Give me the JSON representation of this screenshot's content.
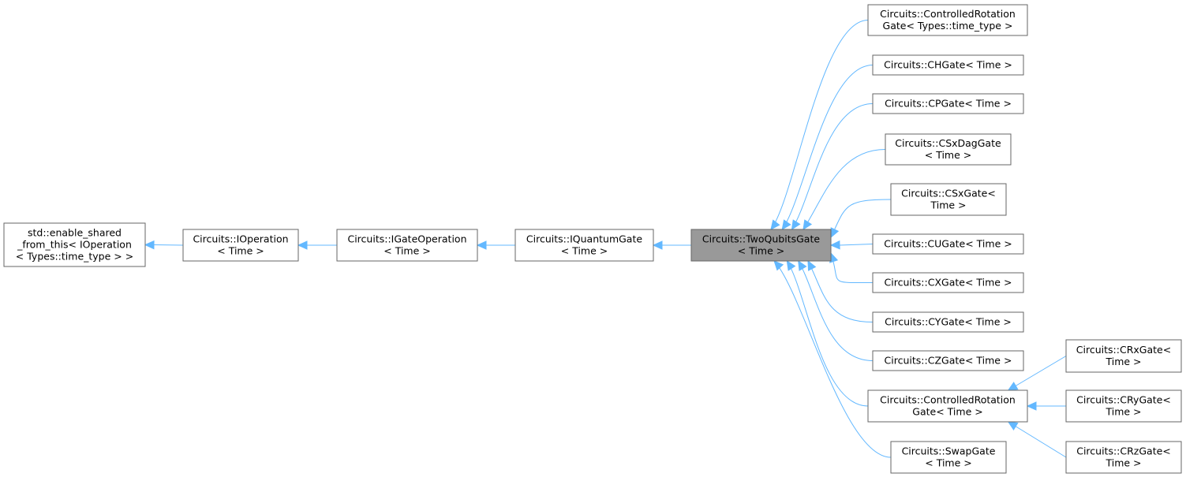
{
  "diagram": {
    "colors": {
      "edge": "#63b8ff",
      "node_border": "#666666",
      "focus_fill": "#999999",
      "node_fill": "#ffffff"
    },
    "nodes": [
      {
        "id": "enable_shared",
        "lines": [
          "std::enable_shared",
          "_from_this< IOperation",
          "< Types::time_type > >"
        ]
      },
      {
        "id": "ioperation",
        "lines": [
          "Circuits::IOperation",
          "< Time >"
        ]
      },
      {
        "id": "igateoperation",
        "lines": [
          "Circuits::IGateOperation",
          "< Time >"
        ]
      },
      {
        "id": "iquantumgate",
        "lines": [
          "Circuits::IQuantumGate",
          "< Time >"
        ]
      },
      {
        "id": "twoqubitsgate",
        "lines": [
          "Circuits::TwoQubitsGate",
          "< Time >"
        ],
        "focus": true
      },
      {
        "id": "crg_types",
        "lines": [
          "Circuits::ControlledRotation",
          "Gate< Types::time_type >"
        ]
      },
      {
        "id": "chgate",
        "lines": [
          "Circuits::CHGate< Time >"
        ]
      },
      {
        "id": "cpgate",
        "lines": [
          "Circuits::CPGate< Time >"
        ]
      },
      {
        "id": "csxdaggate",
        "lines": [
          "Circuits::CSxDagGate",
          "< Time >"
        ]
      },
      {
        "id": "csxgate",
        "lines": [
          "Circuits::CSxGate<",
          "Time >"
        ]
      },
      {
        "id": "cugate",
        "lines": [
          "Circuits::CUGate< Time >"
        ]
      },
      {
        "id": "cxgate",
        "lines": [
          "Circuits::CXGate< Time >"
        ]
      },
      {
        "id": "cygate",
        "lines": [
          "Circuits::CYGate< Time >"
        ]
      },
      {
        "id": "czgate",
        "lines": [
          "Circuits::CZGate< Time >"
        ]
      },
      {
        "id": "crg_time",
        "lines": [
          "Circuits::ControlledRotation",
          "Gate< Time >"
        ]
      },
      {
        "id": "swapgate",
        "lines": [
          "Circuits::SwapGate",
          "< Time >"
        ]
      },
      {
        "id": "crxgate",
        "lines": [
          "Circuits::CRxGate<",
          "Time >"
        ]
      },
      {
        "id": "crygate",
        "lines": [
          "Circuits::CRyGate<",
          "Time >"
        ]
      },
      {
        "id": "crzgate",
        "lines": [
          "Circuits::CRzGate<",
          "Time >"
        ]
      }
    ],
    "edges": [
      {
        "from": "ioperation",
        "to": "enable_shared"
      },
      {
        "from": "igateoperation",
        "to": "ioperation"
      },
      {
        "from": "iquantumgate",
        "to": "igateoperation"
      },
      {
        "from": "twoqubitsgate",
        "to": "iquantumgate"
      },
      {
        "from": "crg_types",
        "to": "twoqubitsgate"
      },
      {
        "from": "chgate",
        "to": "twoqubitsgate"
      },
      {
        "from": "cpgate",
        "to": "twoqubitsgate"
      },
      {
        "from": "csxdaggate",
        "to": "twoqubitsgate"
      },
      {
        "from": "csxgate",
        "to": "twoqubitsgate"
      },
      {
        "from": "cugate",
        "to": "twoqubitsgate"
      },
      {
        "from": "cxgate",
        "to": "twoqubitsgate"
      },
      {
        "from": "cygate",
        "to": "twoqubitsgate"
      },
      {
        "from": "czgate",
        "to": "twoqubitsgate"
      },
      {
        "from": "crg_time",
        "to": "twoqubitsgate"
      },
      {
        "from": "swapgate",
        "to": "twoqubitsgate"
      },
      {
        "from": "crxgate",
        "to": "crg_time"
      },
      {
        "from": "crygate",
        "to": "crg_time"
      },
      {
        "from": "crzgate",
        "to": "crg_time"
      }
    ]
  }
}
